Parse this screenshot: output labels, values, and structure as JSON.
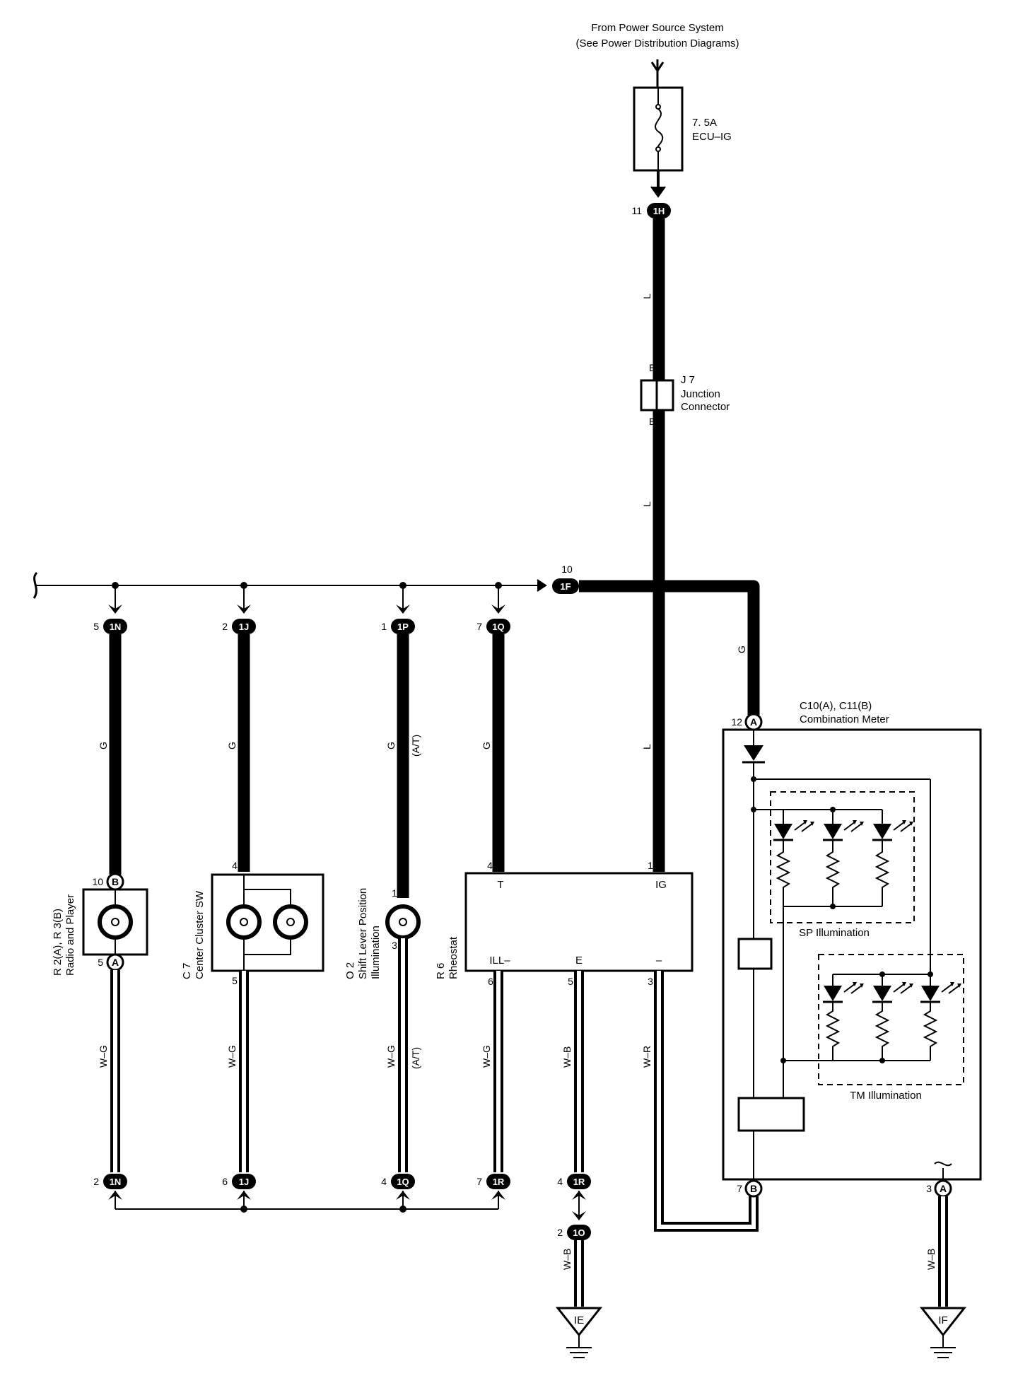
{
  "power_source": {
    "line1": "From Power Source System",
    "line2": "(See Power Distribution Diagrams)"
  },
  "fuse": {
    "rating": "7. 5A",
    "name": "ECU–IG"
  },
  "junction": {
    "code": "J 7",
    "line1": "Junction",
    "line2": "Connector",
    "pin_top": "E",
    "pin_bottom": "E"
  },
  "connectors": {
    "c1H": "1H",
    "c1F": "1F",
    "c1N": "1N",
    "c1J": "1J",
    "c1P": "1P",
    "c1Q": "1Q",
    "c1R": "1R",
    "c1O": "1O",
    "cA": "A",
    "cB": "B"
  },
  "pins": {
    "p11": "11",
    "p10": "10",
    "p5": "5",
    "p2": "2",
    "p1": "1",
    "p7": "7",
    "p12": "12",
    "p4": "4",
    "p3": "3",
    "p6": "6"
  },
  "wire_colors": {
    "L": "L",
    "G": "G",
    "AT": "(A/T)",
    "WG": "W–G",
    "WB": "W–B",
    "WR": "W–R"
  },
  "components": {
    "radio": {
      "code": "R 2(A), R 3(B)",
      "name": "Radio and Player"
    },
    "cluster": {
      "code": "C 7",
      "name": "Center Cluster SW"
    },
    "shift": {
      "code": "O 2",
      "name1": "Shift Lever Position",
      "name2": "Illumination"
    },
    "rheostat": {
      "code": "R 6",
      "name": "Rheostat",
      "t": "T",
      "ig": "IG",
      "ill": "ILL–",
      "e": "E",
      "minus": "–"
    },
    "meter": {
      "code": "C10(A), C11(B)",
      "name": "Combination Meter",
      "sp": "SP Illumination",
      "tm": "TM Illumination"
    }
  },
  "grounds": {
    "ie": "IE",
    "if": "IF"
  }
}
